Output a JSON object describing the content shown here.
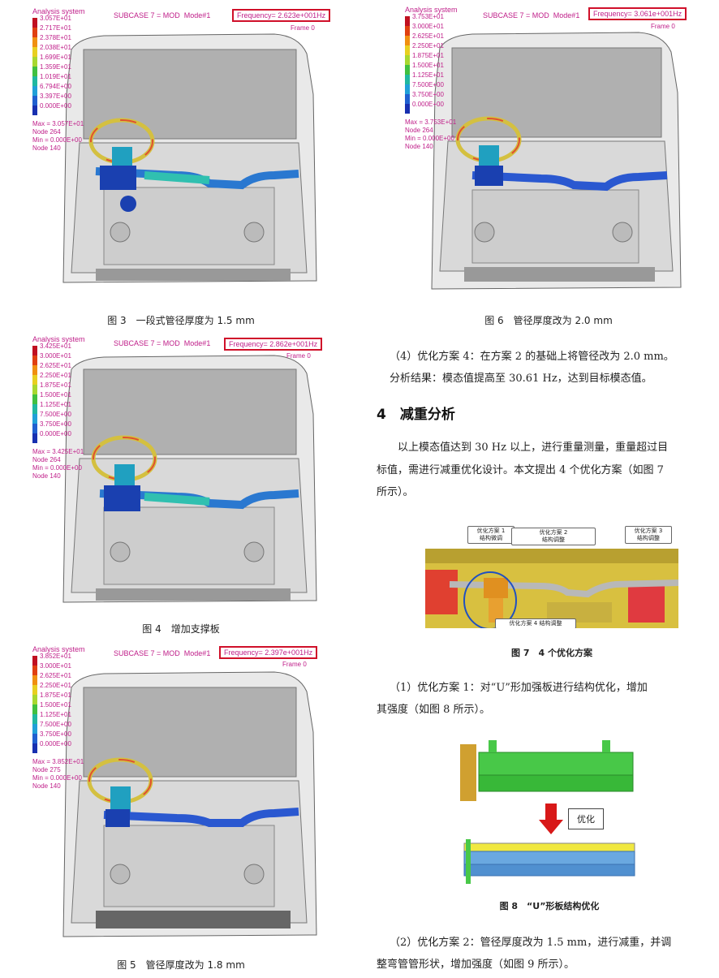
{
  "figures": {
    "fig3": {
      "caption": "图 3　一段式管径厚度为 1.5 mm",
      "legend_title": "Analysis system",
      "legend_ticks": [
        "3.057E+01",
        "2.717E+01",
        "2.378E+01",
        "2.038E+01",
        "1.699E+01",
        "1.359E+01",
        "1.019E+01",
        "6.794E+00",
        "3.397E+00",
        "0.000E+00"
      ],
      "stats": [
        "Max = 3.057E+01",
        "Node 264",
        "Min = 0.000E+00",
        "Node 140"
      ],
      "subcase": "SUBCASE 7 = MOD",
      "mode": "Mode#1",
      "frequency": "Frequency= 2.623e+001Hz",
      "frame": "Frame 0"
    },
    "fig4": {
      "caption": "图 4　增加支撑板",
      "legend_title": "Analysis system",
      "legend_ticks": [
        "3.425E+01",
        "3.000E+01",
        "2.625E+01",
        "2.250E+01",
        "1.875E+01",
        "1.500E+01",
        "1.125E+01",
        "7.500E+00",
        "3.750E+00",
        "0.000E+00"
      ],
      "stats": [
        "Max = 3.425E+01",
        "Node 264",
        "Min = 0.000E+00",
        "Node 140"
      ],
      "subcase": "SUBCASE 7 = MOD",
      "mode": "Mode#1",
      "frequency": "Frequency= 2.862e+001Hz",
      "frame": "Frame 0"
    },
    "fig5": {
      "caption": "图 5　管径厚度改为 1.8 mm",
      "legend_title": "Analysis system",
      "legend_ticks": [
        "3.852E+01",
        "3.000E+01",
        "2.625E+01",
        "2.250E+01",
        "1.875E+01",
        "1.500E+01",
        "1.125E+01",
        "7.500E+00",
        "3.750E+00",
        "0.000E+00"
      ],
      "stats": [
        "Max = 3.852E+01",
        "Node 275",
        "Min = 0.000E+00",
        "Node 140"
      ],
      "subcase": "SUBCASE 7 = MOD",
      "mode": "Mode#1",
      "frequency": "Frequency= 2.397e+001Hz",
      "frame": "Frame 0"
    },
    "fig6": {
      "caption": "图 6　管径厚度改为 2.0 mm",
      "legend_title": "Analysis system",
      "legend_ticks": [
        "3.753E+01",
        "3.000E+01",
        "2.625E+01",
        "2.250E+01",
        "1.875E+01",
        "1.500E+01",
        "1.125E+01",
        "7.500E+00",
        "3.750E+00",
        "0.000E+00"
      ],
      "stats": [
        "Max = 3.753E+01",
        "Node 264",
        "Min = 0.000E+00",
        "Node 140"
      ],
      "subcase": "SUBCASE 7 = MOD",
      "mode": "Mode#1",
      "frequency": "Frequency= 3.061e+001Hz",
      "frame": "Frame 0"
    },
    "fig7": {
      "caption": "图 7　4 个优化方案",
      "callouts": [
        "优化方案 1\n结构微调",
        "优化方案 2\n结构调整",
        "优化方案 3\n结构调整",
        "优化方案 4 结构调整"
      ]
    },
    "fig8": {
      "caption": "图 8　“U”形板结构优化",
      "arrow_label": "优化"
    }
  },
  "text": {
    "p_opt4": "（4）优化方案 4：在方案 2 的基础上将管径改为 2.0 mm。",
    "p_result": "分析结果：模态值提高至 30.61 Hz，达到目标模态值。",
    "heading": "4　减重分析",
    "p_weight_1": "以上模态值达到 30 Hz 以上，进行重量测量，重量超过目",
    "p_weight_2": "标值，需进行减重优化设计。本文提出 4 个优化方案（如图 7",
    "p_weight_3": "所示）。",
    "p_opt1_1": "（1）优化方案 1：对“U”形加强板进行结构优化，增加",
    "p_opt1_2": "其强度（如图 8 所示）。",
    "p_opt2_1": "（2）优化方案 2：管径厚度改为 1.5 mm，进行减重，并调",
    "p_opt2_2": "整弯管管形状，增加强度（如图 9 所示）。"
  },
  "colors": {
    "legend_scale": [
      "#c01020",
      "#e04010",
      "#f09010",
      "#e8d020",
      "#a8d830",
      "#40c040",
      "#20b8a0",
      "#20a0d8",
      "#2060d0",
      "#1830b0"
    ],
    "magenta": "#c0208a",
    "freq_red": "#d0102a"
  }
}
